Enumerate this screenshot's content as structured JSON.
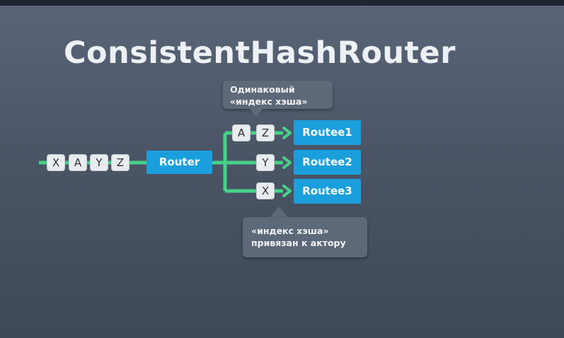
{
  "title": "ConsistentHashRouter",
  "input_messages": [
    "X",
    "A",
    "Y",
    "Z"
  ],
  "router_label": "Router",
  "routees": [
    {
      "label": "Routee1",
      "messages": [
        "A",
        "Z"
      ]
    },
    {
      "label": "Routee2",
      "messages": [
        "Y"
      ]
    },
    {
      "label": "Routee3",
      "messages": [
        "X"
      ]
    }
  ],
  "callout_top": {
    "line1": "Одинаковый",
    "line2": "«индекс хэша»"
  },
  "callout_bottom": {
    "line1": "«индекс хэша»",
    "line2": "привязан к актору"
  },
  "colors": {
    "wire": "#46d18a",
    "box": "#1a9fdc",
    "callout": "#5d6878"
  }
}
